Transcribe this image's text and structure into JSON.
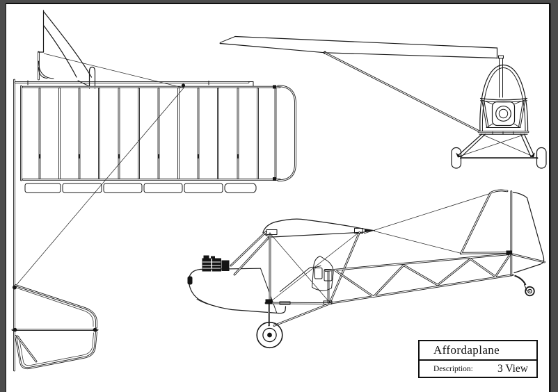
{
  "title_block": {
    "title": "Affordaplane",
    "description_label": "Description:",
    "description_value": "3 View"
  },
  "drawing": {
    "views": [
      "top view",
      "front view",
      "side view"
    ],
    "subject": "Affordaplane ultralight aircraft"
  },
  "colors": {
    "paper": "#ffffff",
    "ink": "#1a1a1a",
    "frame_gray": "#4c4c4c"
  }
}
